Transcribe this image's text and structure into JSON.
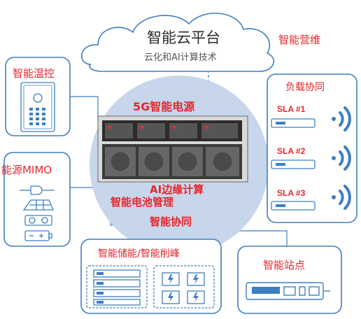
{
  "cloud": {
    "title": "智能云平台",
    "subtitle": "云化和AI计算技术"
  },
  "top_right_label": "智能营维",
  "left_top_box": {
    "title": "智能温控"
  },
  "left_mid_box": {
    "title": "能源MIMO"
  },
  "center": {
    "power_label": "5G智能电源",
    "edge_label": "AI边缘计算",
    "battery_label": "智能电池管理",
    "coop_label": "智能协同"
  },
  "right_box": {
    "title": "负载协同",
    "items": [
      {
        "label": "SLA #1"
      },
      {
        "label": "SLA #2"
      },
      {
        "label": "SLA #3"
      }
    ]
  },
  "bottom_left_box": {
    "title": "智能储能/智能削峰"
  },
  "bottom_right_box": {
    "title": "智能站点"
  },
  "colors": {
    "accent_red": "#e8252c",
    "line_blue": "#3d7fc1",
    "circle_fill": "#c7d6ea"
  }
}
